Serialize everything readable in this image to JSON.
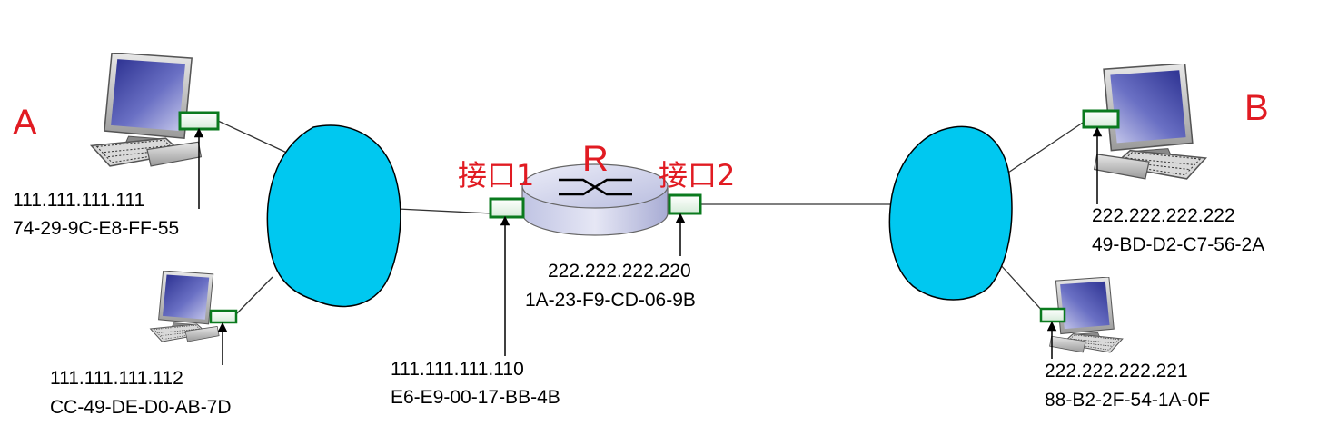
{
  "colors": {
    "accent_red": "#e11b22",
    "network_cloud": "#00c8f0",
    "nic_green": "#0a7a1e",
    "router_body": "#c9cde8"
  },
  "hosts": {
    "A": {
      "label": "A",
      "host1": {
        "ip": "111.111.111.111",
        "mac": "74-29-9C-E8-FF-55"
      },
      "host2": {
        "ip": "111.111.111.112",
        "mac": "CC-49-DE-D0-AB-7D"
      }
    },
    "B": {
      "label": "B",
      "host1": {
        "ip": "222.222.222.222",
        "mac": "49-BD-D2-C7-56-2A"
      },
      "host2": {
        "ip": "222.222.222.221",
        "mac": "88-B2-2F-54-1A-0F"
      }
    }
  },
  "router": {
    "label": "R",
    "interface1": {
      "label": "接口1",
      "ip": "111.111.111.110",
      "mac": "E6-E9-00-17-BB-4B"
    },
    "interface2": {
      "label": "接口2",
      "ip": "222.222.222.220",
      "mac": "1A-23-F9-CD-06-9B"
    }
  }
}
